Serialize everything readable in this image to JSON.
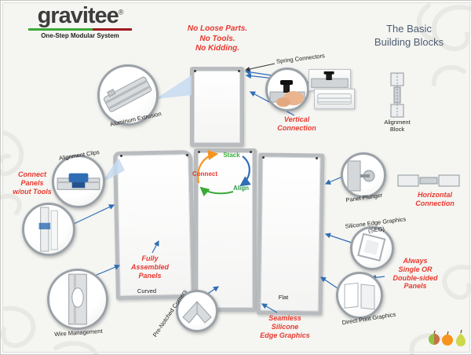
{
  "colors": {
    "accent_red": "#e8392e",
    "accent_green": "#3aaa35",
    "arrow_blue": "#2f6db5",
    "title_slate": "#4b5d71",
    "frame_gray": "#b9bcbf"
  },
  "logo": {
    "name": "gravitee",
    "reg": "®",
    "tagline": "One-Step Modular System"
  },
  "slogan": "No Loose Parts.\nNo Tools.\nNo Kidding.",
  "title": "The Basic\nBuilding Blocks",
  "cycle": {
    "stack": "Stack",
    "connect": "Connect",
    "align": "Align"
  },
  "panels": {
    "curved_label": "Curved",
    "flat_label": "Flat"
  },
  "callouts": {
    "aluminum_extrusion": "Aluminum Extrusion",
    "spring_connectors": "Spring Connectors",
    "vertical_connection": "Vertical\nConnection",
    "alignment_block": "Alignment\nBlock",
    "alignment_clips": "Alignment Clips",
    "connect_panels": "Connect\nPanels\nw/out Tools",
    "panel_plunger": "Panel Plunger",
    "horizontal_connection": "Horizontal\nConnection",
    "seg": "Silicone Edge Graphics (SEG)",
    "always_panels": "Always\nSingle OR\nDouble-sided\nPanels",
    "fully_assembled": "Fully\nAssembled\nPanels",
    "pre_notched": "Pre-Notched Corners",
    "seamless": "Seamless\nSilicone\nEdge Graphics",
    "direct_print": "Direct Print Graphics",
    "wire_management": "Wire Management"
  }
}
